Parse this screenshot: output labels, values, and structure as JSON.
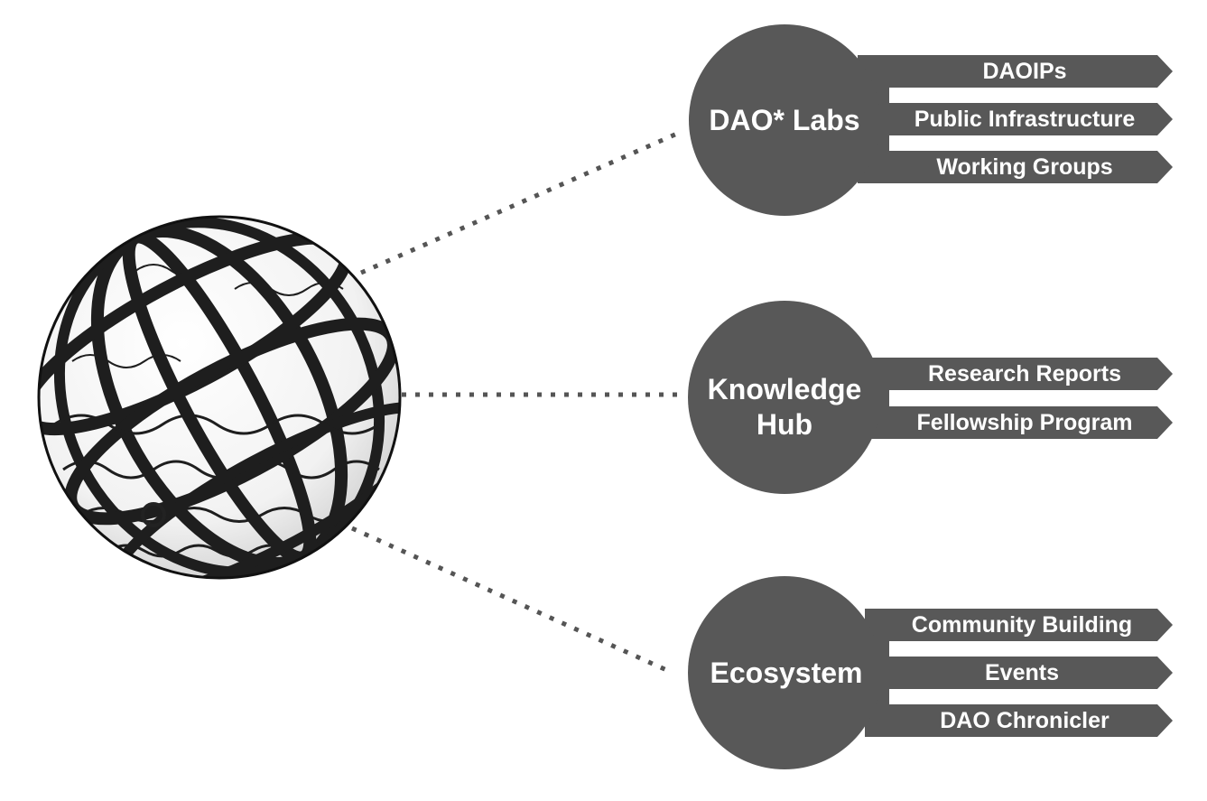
{
  "colors": {
    "fill": "#585858",
    "text": "#ffffff",
    "connector": "#555555",
    "globe_ink": "#222222"
  },
  "globe": {
    "icon": "sketched-globe-icon"
  },
  "hubs": [
    {
      "title_lines": [
        "DAO* Labs"
      ],
      "items": [
        "DAOIPs",
        "Public Infrastructure",
        "Working Groups"
      ]
    },
    {
      "title_lines": [
        "Knowledge",
        "Hub"
      ],
      "items": [
        "Research Reports",
        "Fellowship Program"
      ]
    },
    {
      "title_lines": [
        "Ecosystem"
      ],
      "items": [
        "Community Building",
        "Events",
        "DAO Chronicler"
      ]
    }
  ]
}
